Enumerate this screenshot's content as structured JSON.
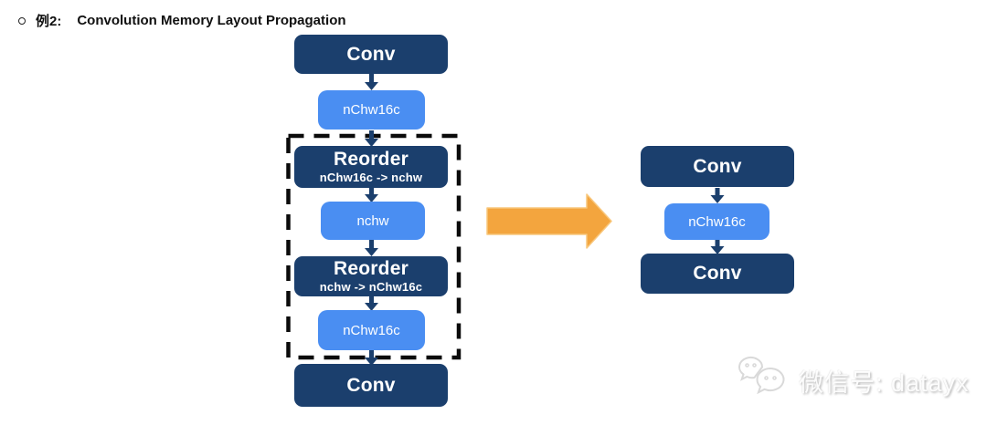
{
  "header": {
    "item_label": "例2:",
    "title": "Convolution Memory Layout Propagation"
  },
  "colors": {
    "navy": "#1b3f6d",
    "light_blue": "#4a8ef2",
    "orange": "#f3a53e",
    "dash_black": "#0b0b0b"
  },
  "diagram": {
    "left_flow": {
      "conv_top": "Conv",
      "tensor_top": "nChw16c",
      "reorder_1": {
        "title": "Reorder",
        "subtitle": "nChw16c -> nchw"
      },
      "tensor_mid": "nchw",
      "reorder_2": {
        "title": "Reorder",
        "subtitle": "nchw -> nChw16c"
      },
      "tensor_bottom": "nChw16c",
      "conv_bottom": "Conv"
    },
    "right_flow": {
      "conv_top": "Conv",
      "tensor": "nChw16c",
      "conv_bottom": "Conv"
    }
  },
  "watermark": {
    "label": "微信号: datayx"
  }
}
